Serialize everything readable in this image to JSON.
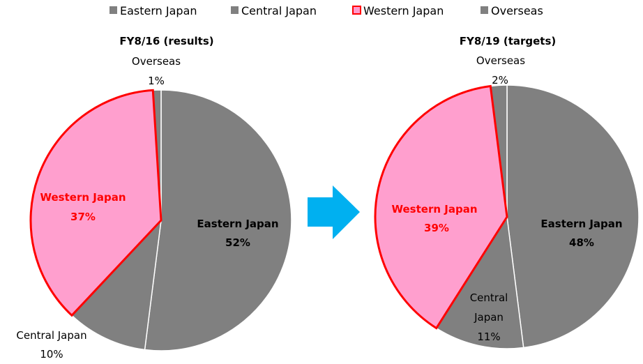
{
  "chart_data": [
    {
      "type": "pie",
      "title": "FY8/16 (results)",
      "slices": [
        {
          "name": "Eastern Japan",
          "value": 52,
          "label": "52%"
        },
        {
          "name": "Central Japan",
          "value": 10,
          "label": "10%"
        },
        {
          "name": "Western Japan",
          "value": 37,
          "label": "37%"
        },
        {
          "name": "Overseas",
          "value": 1,
          "label": "1%"
        }
      ]
    },
    {
      "type": "pie",
      "title": "FY8/19 (targets)",
      "slices": [
        {
          "name": "Eastern Japan",
          "value": 48,
          "label": "48%"
        },
        {
          "name": "Central Japan",
          "value": 11,
          "label": "11%"
        },
        {
          "name": "Western Japan",
          "value": 39,
          "label": "39%"
        },
        {
          "name": "Overseas",
          "value": 2,
          "label": "2%"
        }
      ]
    }
  ],
  "legend": {
    "items": [
      {
        "label": "Eastern Japan",
        "color": "#808080"
      },
      {
        "label": "Central Japan",
        "color": "#808080"
      },
      {
        "label": "Western Japan",
        "color": "#ff99cc",
        "outline": "#ff0000"
      },
      {
        "label": "Overseas",
        "color": "#808080"
      }
    ]
  },
  "colors": {
    "gray": "#808080",
    "pink": "#ff9fce",
    "red": "#ff0000",
    "arrow": "#00b0f0"
  },
  "labels": {
    "left": {
      "overseas_name": "Overseas",
      "central_name": "Central Japan"
    },
    "right": {
      "overseas_name": "Overseas",
      "central_line1": "Central",
      "central_line2": "Japan"
    }
  }
}
